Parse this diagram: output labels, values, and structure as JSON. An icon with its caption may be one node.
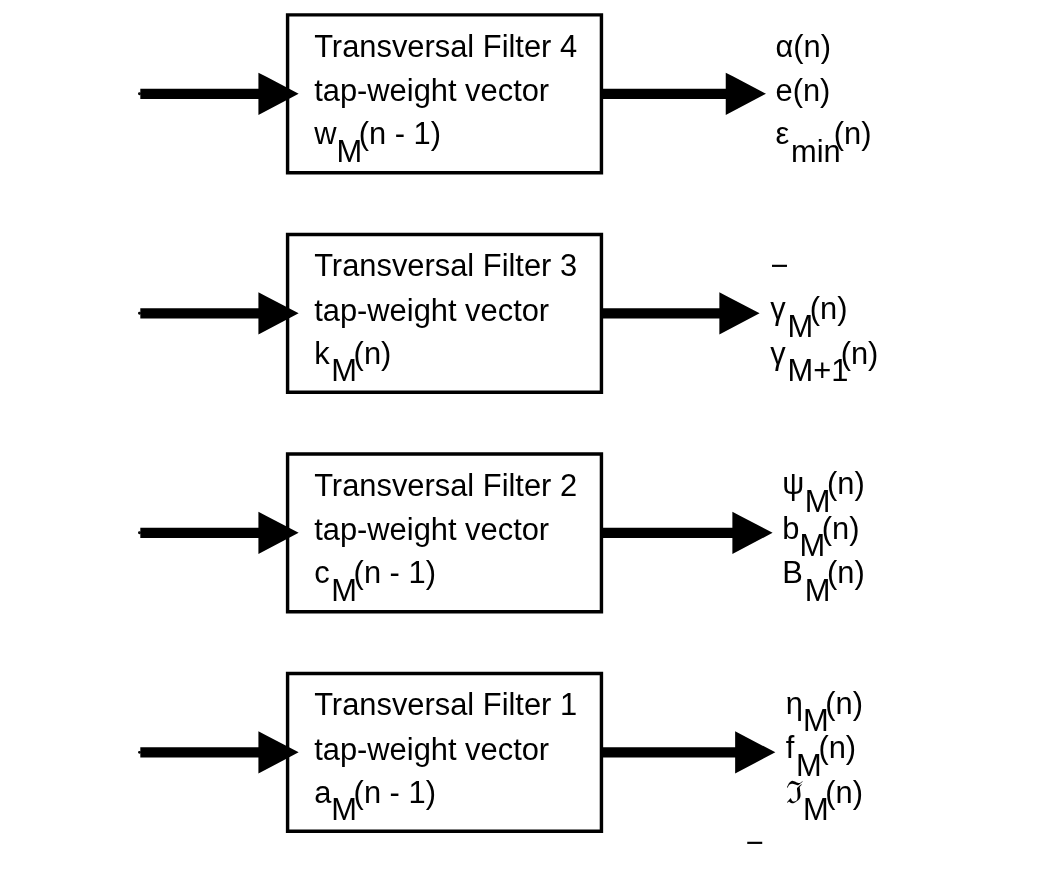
{
  "diagram": {
    "nodes": [
      {
        "text": [
          "Transversal Filter 1",
          "tap-weight vector",
          "a$_{M}$(n - 1)"
        ]
      },
      {
        "text": [
          "Transversal Filter 2",
          "tap-weight vector",
          "c$_{M}$(n - 1)"
        ]
      },
      {
        "text": [
          "Transversal Filter 3",
          "tap-weight vector",
          "k$_{M}$(n)"
        ]
      },
      {
        "text": [
          "Transversal Filter 4",
          "tap-weight vector",
          "w$_{M}$(n - 1)"
        ]
      },
      {
        "text": [
          "η$_{M}$(n)",
          "f$_{M}$(n)",
          "ℑ$_{M}$(n)"
        ],
        "beside": [
          "−"
        ]
      },
      {
        "text": [
          "ψ$_{M}$(n)",
          "b$_{M}$(n)",
          "B$_{M}$(n)"
        ]
      },
      {
        "text": [
          "−",
          "γ$_{M}$(n)",
          "γ$_{M+1}$(n)"
        ]
      },
      {
        "text": [
          "α(n)",
          "e(n)",
          "ε$_{min}$(n)"
        ]
      }
    ],
    "edges": [
      {
        "from": null,
        "to": 0,
        "arrow": "to"
      },
      {
        "from": null,
        "to": 1,
        "arrow": "to"
      },
      {
        "from": null,
        "to": 2,
        "arrow": "to"
      },
      {
        "from": null,
        "to": 3,
        "arrow": "to"
      },
      {
        "from": 0,
        "to": 4,
        "arrow": "to"
      },
      {
        "from": 1,
        "to": 5,
        "arrow": "to"
      },
      {
        "from": 2,
        "to": 6,
        "arrow": "to"
      },
      {
        "from": 3,
        "to": 7,
        "arrow": "to"
      }
    ]
  }
}
